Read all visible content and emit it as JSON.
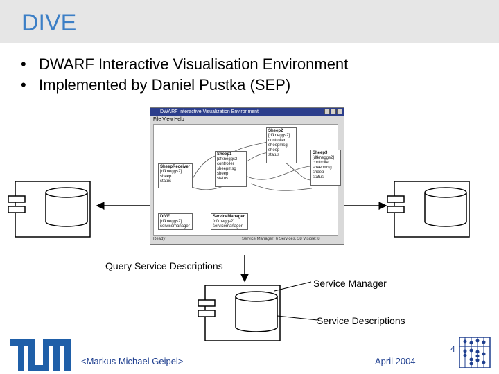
{
  "slide": {
    "title": "DIVE",
    "bullets": [
      "DWARF Interactive Visualisation Environment",
      "Implemented by Daniel Pustka (SEP)"
    ]
  },
  "screenshot": {
    "window_title": "DWARF Interactive Visualization Environment",
    "menu": "File  View  Help",
    "status": "Ready",
    "status_right": "Service Manager: 6 Services, 38 Visible: 8",
    "nodes": [
      {
        "id": "sheep2",
        "title": "Sheep2",
        "sub": "[dfkneggs2]",
        "lines": [
          "controller",
          "sheepmsg",
          "sheep",
          "status"
        ]
      },
      {
        "id": "sheep1",
        "title": "Sheep1",
        "sub": "[dfkneggs2]",
        "lines": [
          "controller",
          "sheepmsg",
          "sheep",
          "status"
        ]
      },
      {
        "id": "sheep3",
        "title": "Sheep3",
        "sub": "[dfkneggs2]",
        "lines": [
          "controller",
          "sheepmsg",
          "sheep",
          "status"
        ]
      },
      {
        "id": "sheepreceiver",
        "title": "SheepReceiver",
        "sub": "[dfkneggs2]",
        "lines": [
          "sheep",
          "status"
        ]
      },
      {
        "id": "dive",
        "title": "DIVE",
        "sub": "[dfkneggs2]",
        "lines": [
          "servicemanager"
        ]
      },
      {
        "id": "servicemanager",
        "title": "ServiceManager",
        "sub": "[dfkneggs2]",
        "lines": [
          "servicemanager"
        ]
      }
    ]
  },
  "diagram": {
    "query_label": "Query Service Descriptions",
    "service_manager_label": "Service Manager",
    "service_descriptions_label": "Service Descriptions"
  },
  "footer": {
    "author": "<Markus Michael Geipel>",
    "date": "April 2004",
    "page": "4"
  },
  "colors": {
    "title": "#3c7fc6",
    "title_bar": "#e6e6e6",
    "logo": "#1f5fa8",
    "footer_text": "#1f3f8f"
  }
}
